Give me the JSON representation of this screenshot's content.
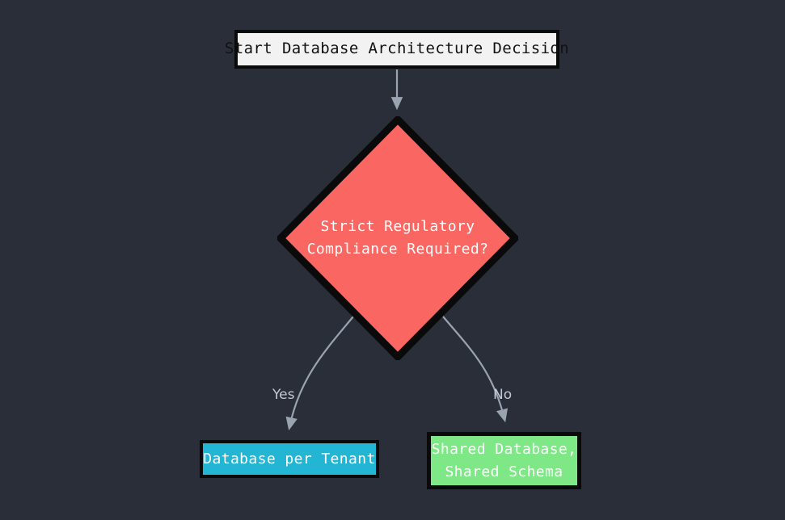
{
  "diagram": {
    "title": "Database Architecture Decision",
    "background_color": "#2a2e39",
    "edge_color": "#9aa3b0",
    "nodes": {
      "start": {
        "id": "start",
        "label": "Start Database Architecture Decision",
        "shape": "rectangle",
        "fill_color": "#f2f2f2",
        "border_color": "#0a0a0a",
        "text_color": "#111111"
      },
      "decision": {
        "id": "decision",
        "label": "Strict Regulatory\nCompliance Required?",
        "line1": "Strict Regulatory",
        "line2": "Compliance Required?",
        "shape": "diamond",
        "fill_color": "#fa6661",
        "border_color": "#0a0a0a",
        "text_color": "#ffffff"
      },
      "db_per_tenant": {
        "id": "db_per_tenant",
        "label": "Database per Tenant",
        "shape": "rectangle",
        "fill_color": "#22b6d4",
        "border_color": "#0a0a0a",
        "text_color": "#ffffff"
      },
      "shared_schema": {
        "id": "shared_schema",
        "label": "Shared Database,\nShared Schema",
        "line1": "Shared Database,",
        "line2": "Shared Schema",
        "shape": "rectangle",
        "fill_color": "#7ee887",
        "border_color": "#0a0a0a",
        "text_color": "#ffffff"
      }
    },
    "edges": [
      {
        "id": "start-to-decision",
        "from": "start",
        "to": "decision",
        "label": "",
        "arrow": "arrowhead-down-icon"
      },
      {
        "id": "decision-to-db-per-tenant",
        "from": "decision",
        "to": "db_per_tenant",
        "label": "Yes",
        "arrow": "arrowhead-down-icon"
      },
      {
        "id": "decision-to-shared-schema",
        "from": "decision",
        "to": "shared_schema",
        "label": "No",
        "arrow": "arrowhead-down-icon"
      }
    ]
  }
}
